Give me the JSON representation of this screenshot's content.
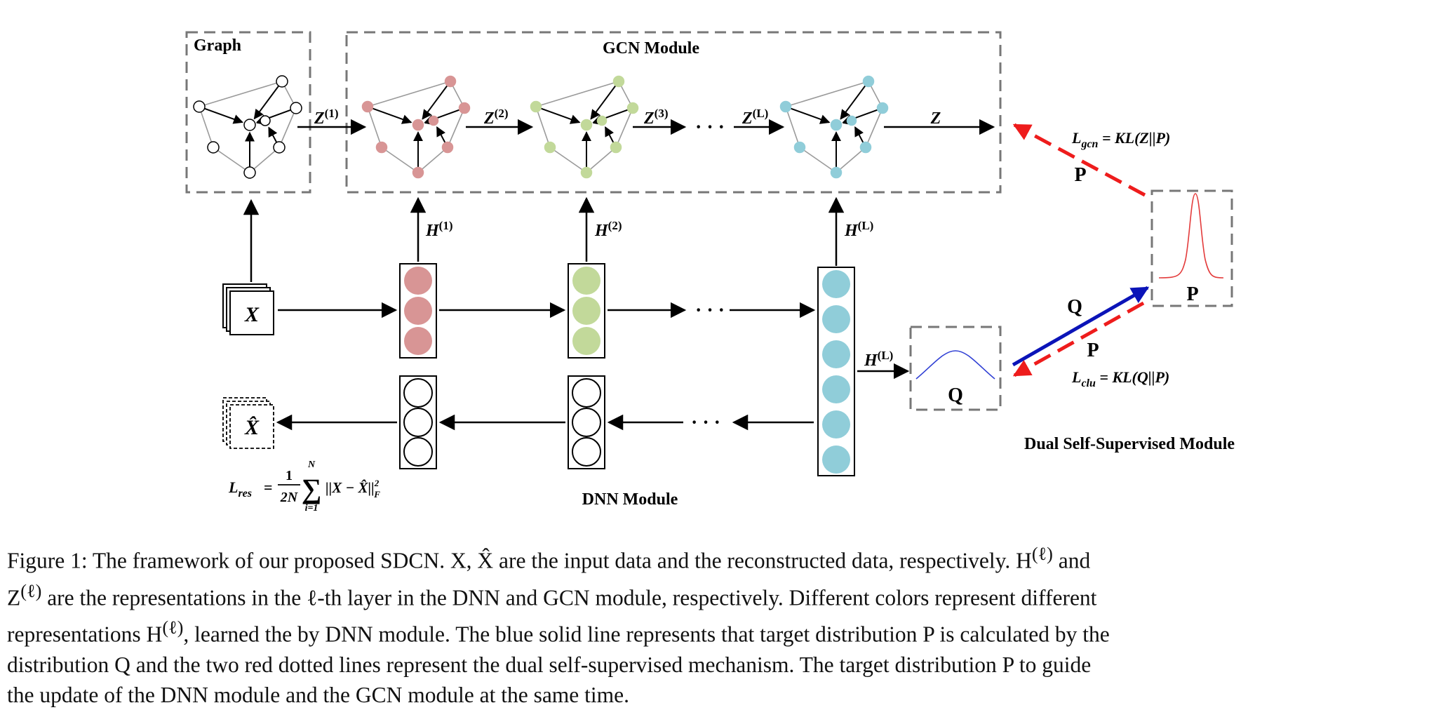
{
  "figure": {
    "graph_title": "Graph",
    "gcn_title": "GCN Module",
    "dnn_title": "DNN Module",
    "dual_title": "Dual Self-Supervised Module",
    "edge_z1": "Z",
    "edge_z1_sup": "(1)",
    "edge_z2": "Z",
    "edge_z2_sup": "(2)",
    "edge_z3": "Z",
    "edge_z3_sup": "(3)",
    "edge_zL": "Z",
    "edge_zL_sup": "(L)",
    "edge_z_final": "Z",
    "h1": "H",
    "h1_sup": "(1)",
    "h2": "H",
    "h2_sup": "(2)",
    "hL": "H",
    "hL_sup": "(L)",
    "hL_side": "H",
    "hL_side_sup": "(L)",
    "dots": "· · ·",
    "input_label": "X",
    "recon_label": "X̂",
    "q_box_label": "Q",
    "p_box_label": "P",
    "q_arrow_label": "Q",
    "p_arrow_label_top": "P",
    "p_arrow_label_bottom": "P",
    "l_gcn_symbol": "L",
    "l_gcn_sub": "gcn",
    "l_gcn_formula": " = KL(Z||P)",
    "l_clu_symbol": "L",
    "l_clu_sub": "clu",
    "l_clu_formula": " = KL(Q||P)",
    "l_res_symbol": "L",
    "l_res_sub": "res",
    "l_res_eq": "=",
    "l_res_frac_num": "1",
    "l_res_frac_den": "2N",
    "l_res_sum": "∑",
    "l_res_sum_top": "N",
    "l_res_sum_bottom": "i=1",
    "l_res_norm": "||X − X̂||",
    "l_res_norm_sup": "2",
    "l_res_norm_sub": "F",
    "colors": {
      "layer1": "#d89595",
      "layer2": "#c2d99a",
      "layerL": "#90cdd9",
      "red_arrow": "#ee1c1c",
      "blue_arrow": "#0b14b8",
      "q_curve": "#2f3fd4",
      "p_curve": "#e33b3b",
      "dash_box": "#777777"
    }
  },
  "caption": {
    "l1a": "Figure 1: The framework of our proposed SDCN. X, X̂ are the input data and the reconstructed data, respectively. H",
    "l1_sup": "(ℓ)",
    "l1b": " and",
    "l2a": "Z",
    "l2_sup": "(ℓ)",
    "l2b": " are the representations in the ℓ-th layer in the DNN and GCN module, respectively. Different colors represent different",
    "l3a": "representations H",
    "l3_sup": "(ℓ)",
    "l3b": ", learned the by DNN module. The blue solid line represents that target distribution P is calculated by the",
    "l4": "distribution Q and the two red dotted lines represent the dual self-supervised mechanism. The target distribution P to guide",
    "l5": "the update of the DNN module and the GCN module at the same time."
  }
}
